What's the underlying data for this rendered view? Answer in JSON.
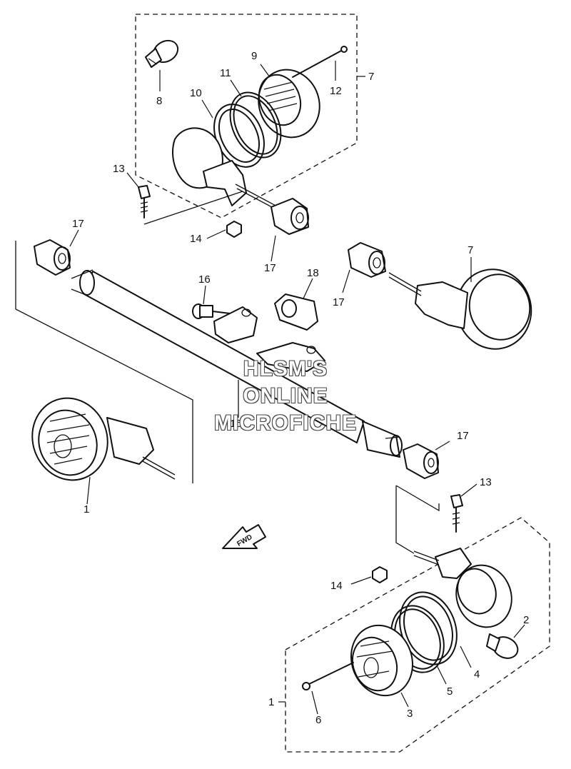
{
  "watermark": {
    "line1": "HLSM'S",
    "line2": "ONLINE",
    "line3": "MICROFICHE"
  },
  "arrow_label": "FWD",
  "callouts": [
    {
      "id": "c7-top",
      "text": "7"
    },
    {
      "id": "c8",
      "text": "8"
    },
    {
      "id": "c9",
      "text": "9"
    },
    {
      "id": "c10",
      "text": "10"
    },
    {
      "id": "c11",
      "text": "11"
    },
    {
      "id": "c12",
      "text": "12"
    },
    {
      "id": "c13-top",
      "text": "13"
    },
    {
      "id": "c14-top",
      "text": "14"
    },
    {
      "id": "c17-left",
      "text": "17"
    },
    {
      "id": "c17-mid",
      "text": "17"
    },
    {
      "id": "c7-right",
      "text": "7"
    },
    {
      "id": "c17-right",
      "text": "17"
    },
    {
      "id": "c16-top",
      "text": "16"
    },
    {
      "id": "c18",
      "text": "18"
    },
    {
      "id": "c16-bottom",
      "text": "16"
    },
    {
      "id": "c1-left",
      "text": "1"
    },
    {
      "id": "c17-lower",
      "text": "17"
    },
    {
      "id": "c13-bottom",
      "text": "13"
    },
    {
      "id": "c14-bottom",
      "text": "14"
    },
    {
      "id": "c2",
      "text": "2"
    },
    {
      "id": "c4",
      "text": "4"
    },
    {
      "id": "c5",
      "text": "5"
    },
    {
      "id": "c3",
      "text": "3"
    },
    {
      "id": "c6",
      "text": "6"
    },
    {
      "id": "c1-bottom",
      "text": "1"
    }
  ]
}
